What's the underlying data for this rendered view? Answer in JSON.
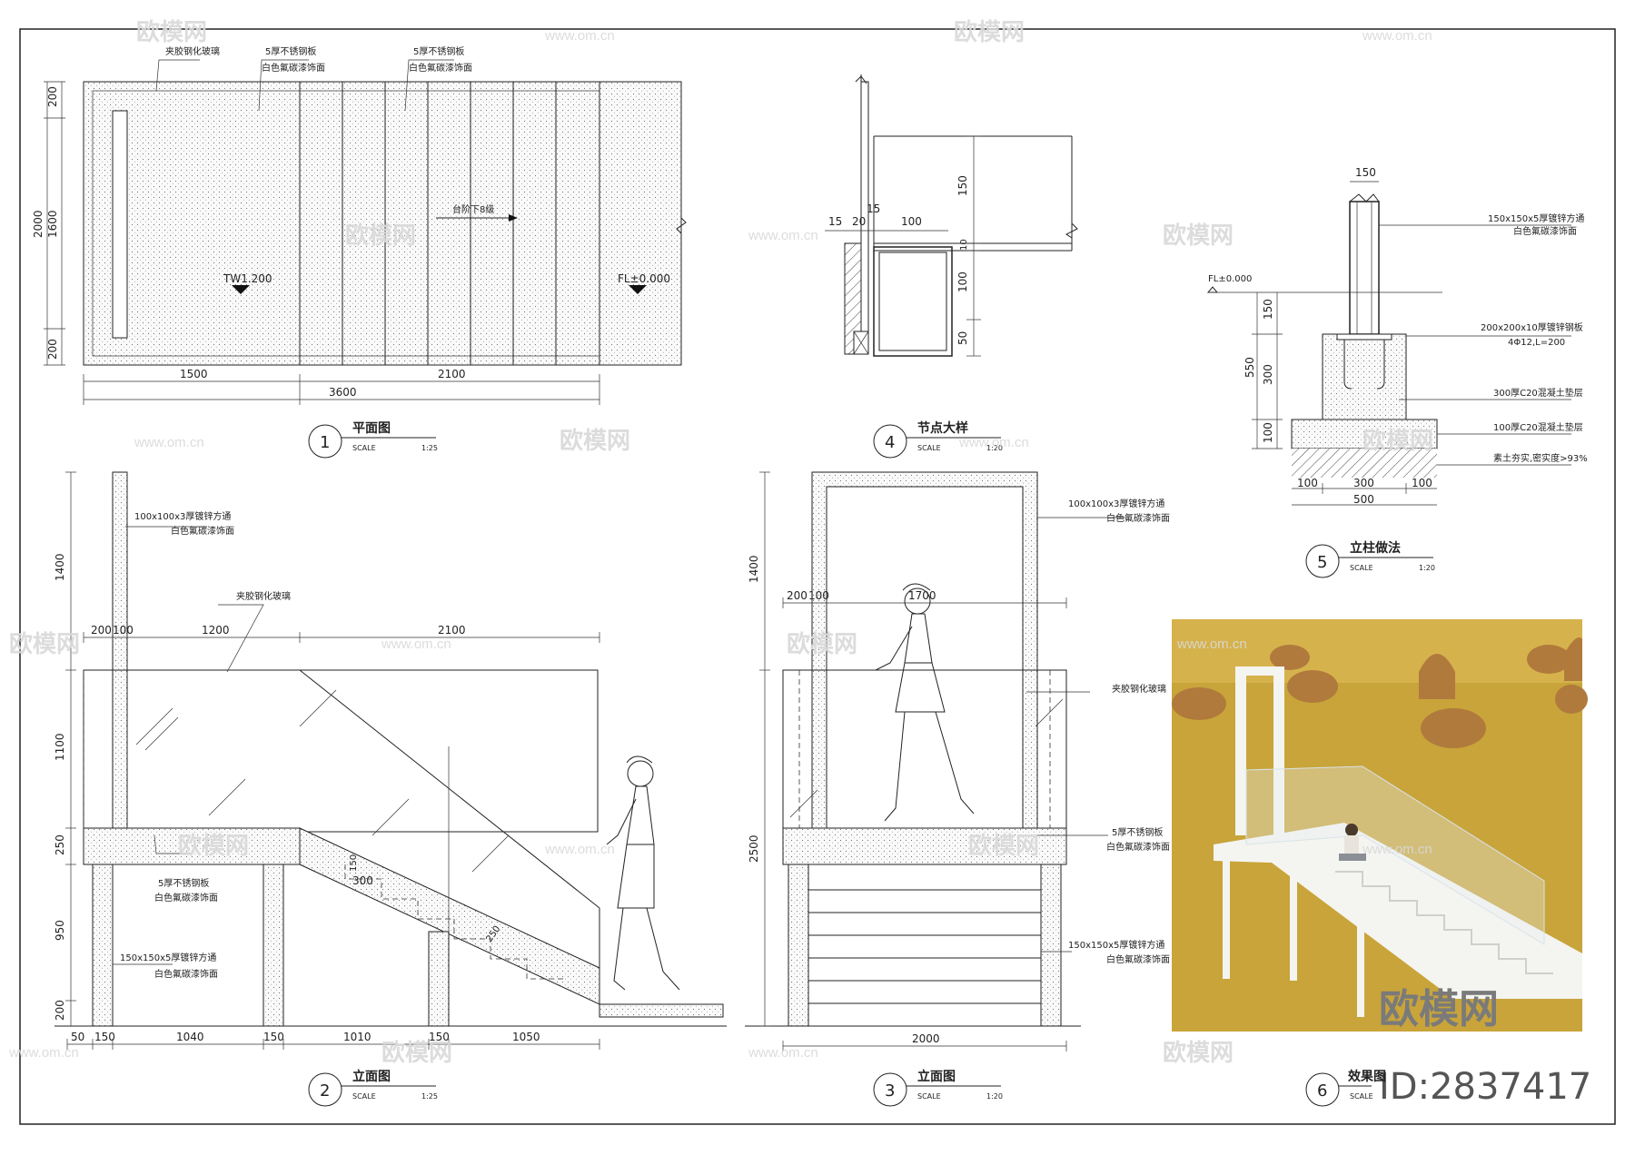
{
  "watermark": {
    "brand": "欧模网",
    "url": "www.om.cn",
    "id": "ID:2837417"
  },
  "plan": {
    "notes": [
      "夹胶钢化玻璃",
      "5厚不锈钢板",
      "白色氟碳漆饰面",
      "5厚不锈钢板",
      "白色氟碳漆饰面",
      "台阶下8级"
    ],
    "levels": [
      "TW1.200",
      "FL±0.000"
    ],
    "dims_left": [
      "200",
      "2000",
      "1600",
      "200"
    ],
    "dims_bottom": [
      "1500",
      "2100",
      "3600"
    ]
  },
  "elev2": {
    "notes": [
      "100x100x3厚镀锌方通",
      "白色氟碳漆饰面",
      "夹胶钢化玻璃",
      "5厚不锈钢板",
      "白色氟碳漆饰面",
      "150x150x5厚镀锌方通",
      "白色氟碳漆饰面"
    ],
    "dims_left": [
      "1400",
      "1100",
      "250",
      "950",
      "200"
    ],
    "dims_top": [
      "200",
      "100",
      "1200",
      "2100"
    ],
    "dims_step": [
      "150",
      "300",
      "250"
    ],
    "dims_bottom": [
      "50",
      "150",
      "1040",
      "150",
      "1010",
      "150",
      "1050"
    ]
  },
  "elev3": {
    "notes": [
      "100x100x3厚镀锌方通",
      "白色氟碳漆饰面",
      "夹胶钢化玻璃",
      "5厚不锈钢板",
      "白色氟碳漆饰面",
      "150x150x5厚镀锌方通",
      "白色氟碳漆饰面"
    ],
    "dims_left": [
      "1400",
      "2500"
    ],
    "dims_top": [
      "200",
      "100",
      "1700"
    ],
    "dims_bottom": [
      "2000"
    ]
  },
  "detail4": {
    "dims": [
      "15",
      "20",
      "15",
      "100",
      "150",
      "10",
      "100",
      "50"
    ]
  },
  "detail5": {
    "level": "FL±0.000",
    "notes": [
      "150x150x5厚镀锌方通",
      "白色氟碳漆饰面",
      "200x200x10厚镀锌钢板",
      "4Φ12,L=200",
      "300厚C20混凝土垫层",
      "100厚C20混凝土垫层",
      "素土夯实,密实度>93%"
    ],
    "dims_top": [
      "150"
    ],
    "dims_left": [
      "150",
      "300",
      "550",
      "100"
    ],
    "dims_bottom": [
      "100",
      "300",
      "100",
      "500"
    ]
  },
  "titles": [
    {
      "num": "1",
      "name": "平面图",
      "scale_label": "SCALE",
      "scale": "1:25"
    },
    {
      "num": "4",
      "name": "节点大样",
      "scale_label": "SCALE",
      "scale": "1:20"
    },
    {
      "num": "5",
      "name": "立柱做法",
      "scale_label": "SCALE",
      "scale": "1:20"
    },
    {
      "num": "2",
      "name": "立面图",
      "scale_label": "SCALE",
      "scale": "1:25"
    },
    {
      "num": "3",
      "name": "立面图",
      "scale_label": "SCALE",
      "scale": "1:20"
    },
    {
      "num": "6",
      "name": "效果图",
      "scale_label": "SCALE",
      "scale": ""
    }
  ],
  "colors": {
    "field": "#c8a43a",
    "field_dark": "#a7872a",
    "sky": "#d6b24c",
    "hay": "#b07a3c",
    "white": "#f4f4f1"
  }
}
